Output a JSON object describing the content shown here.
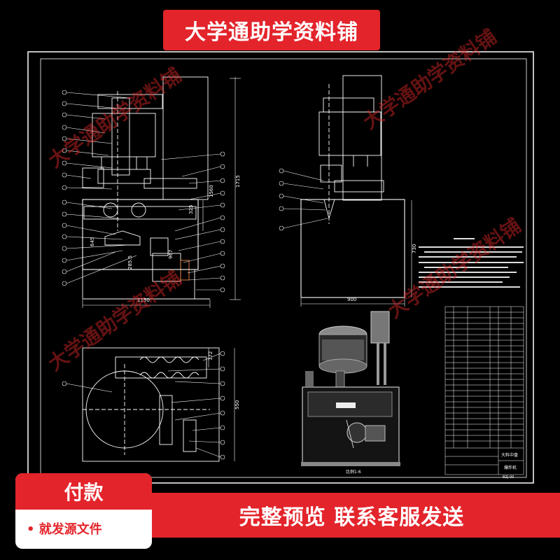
{
  "banner": {
    "title": "大学通助学资料铺"
  },
  "watermark": {
    "text": "大学通助学资料铺"
  },
  "payment": {
    "title": "付款",
    "subtitle": "• 就发源文件"
  },
  "footer": {
    "text": "完整预览   联系客服发送"
  },
  "drawing": {
    "dims": {
      "front_width": "1150",
      "side_width": "900",
      "front_height_total": "1715",
      "front_height_upper": "1560",
      "front_mid": "325",
      "front_low": "645",
      "front_low2": "285.5",
      "front_low3": "967",
      "side_height": "730",
      "plan_dim_a": "172",
      "plan_dim_b": "550"
    },
    "scale_note": "比例1:6",
    "title_block": {
      "name_a": "大料中盘",
      "name_b": "爆炸机",
      "code": "BZJ-00"
    }
  }
}
